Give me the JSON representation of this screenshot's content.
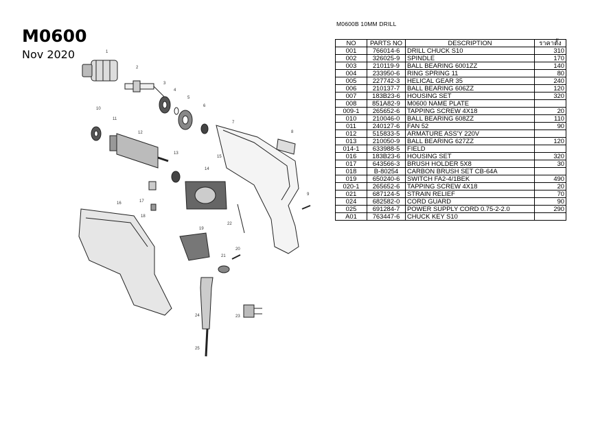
{
  "header": {
    "model": "M0600",
    "date": "Nov 2020"
  },
  "sheet": {
    "title": "M0600B  10MM DRILL"
  },
  "table": {
    "columns": [
      "NO",
      "PARTS NO",
      "DESCRIPTION",
      "ราคาตั้ง"
    ],
    "rows": [
      {
        "no": "001",
        "part": "766014-6",
        "desc": "DRILL CHUCK S10",
        "price": "310"
      },
      {
        "no": "002",
        "part": "326025-9",
        "desc": "SPINDLE",
        "price": "170"
      },
      {
        "no": "003",
        "part": "210119-9",
        "desc": "BALL BEARING 6001ZZ",
        "price": "140"
      },
      {
        "no": "004",
        "part": "233950-6",
        "desc": "RING SPRING 11",
        "price": "80"
      },
      {
        "no": "005",
        "part": "227742-3",
        "desc": "HELICAL GEAR 35",
        "price": "240"
      },
      {
        "no": "006",
        "part": "210137-7",
        "desc": "BALL BEARING 606ZZ",
        "price": "120"
      },
      {
        "no": "007",
        "part": "183B23-6",
        "desc": "HOUSING SET",
        "price": "320"
      },
      {
        "no": "008",
        "part": "851A82-9",
        "desc": "M0600 NAME PLATE",
        "price": ""
      },
      {
        "no": "009-1",
        "part": "265652-6",
        "desc": "TAPPING SCREW 4X18",
        "price": "20"
      },
      {
        "no": "010",
        "part": "210046-0",
        "desc": "BALL BEARING 608ZZ",
        "price": "110"
      },
      {
        "no": "011",
        "part": "240127-6",
        "desc": "FAN 52",
        "price": "90"
      },
      {
        "no": "012",
        "part": "515833-5",
        "desc": "ARMATURE ASS'Y 220V",
        "price": ""
      },
      {
        "no": "013",
        "part": "210050-9",
        "desc": "BALL BEARING 627ZZ",
        "price": "120"
      },
      {
        "no": "014-1",
        "part": "633988-5",
        "desc": "FIELD",
        "price": ""
      },
      {
        "no": "016",
        "part": "183B23-6",
        "desc": "HOUSING SET",
        "price": "320"
      },
      {
        "no": "017",
        "part": "643566-3",
        "desc": "BRUSH HOLDER 5X8",
        "price": "30"
      },
      {
        "no": "018",
        "part": "B-80254",
        "desc": "CARBON BRUSH SET CB-64A",
        "price": ""
      },
      {
        "no": "019",
        "part": "650240-6",
        "desc": "SWITCH FA2-4/1BEK",
        "price": "490"
      },
      {
        "no": "020-1",
        "part": "265652-6",
        "desc": "TAPPING SCREW 4X18",
        "price": "20"
      },
      {
        "no": "021",
        "part": "687124-5",
        "desc": "STRAIN RELIEF",
        "price": "70"
      },
      {
        "no": "024",
        "part": "682582-0",
        "desc": "CORD GUARD",
        "price": "90"
      },
      {
        "no": "025",
        "part": "691284-7",
        "desc": "POWER SUPPLY CORD 0.75-2-2.0",
        "price": "290"
      },
      {
        "no": "A01",
        "part": "763447-6",
        "desc": "CHUCK KEY S10",
        "price": ""
      }
    ]
  },
  "diagram": {
    "callouts": [
      "1",
      "2",
      "3",
      "4",
      "5",
      "6",
      "7",
      "8",
      "9",
      "10",
      "11",
      "12",
      "13",
      "14",
      "15",
      "16",
      "17",
      "18",
      "19",
      "20",
      "21",
      "22",
      "23",
      "24",
      "25"
    ]
  }
}
